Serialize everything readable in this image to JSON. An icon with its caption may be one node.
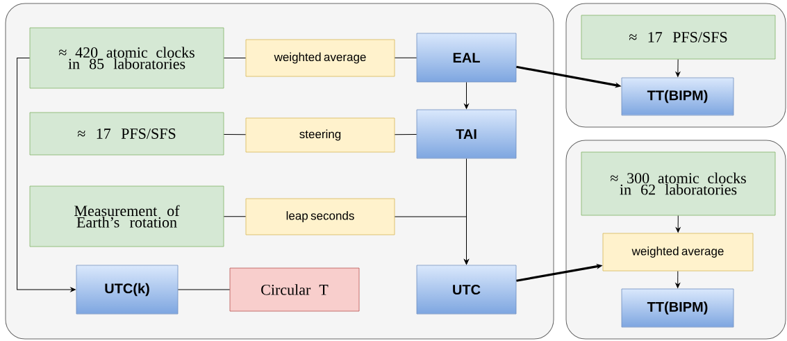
{
  "diagram": {
    "nodes": [
      {
        "text": [],
        "shape": "box"
      },
      {
        "text": [
          "≈ 420 atomic clocks in 85 laboratories"
        ],
        "in": 0
      },
      {
        "text": [
          "weighted average"
        ],
        "in": 0
      },
      {
        "text": [
          "EAL"
        ],
        "in": 0
      },
      {
        "text": [
          "≈ 17 PFS/SFS"
        ],
        "in": 0
      },
      {
        "text": [
          "steering"
        ],
        "in": 0
      },
      {
        "text": [
          "TAI"
        ],
        "in": 0
      },
      {
        "text": [
          "Measurement of Earth’s rotation"
        ],
        "in": 0
      },
      {
        "text": [
          "leap seconds"
        ],
        "in": 0
      },
      {
        "text": [
          "UTC(k)"
        ],
        "in": 0
      },
      {
        "text": [
          "Circular T"
        ],
        "in": 0
      },
      {
        "text": [
          "UTC"
        ],
        "in": 0
      },
      {
        "text": [],
        "shape": "box"
      },
      {
        "text": [
          "≈ 17 PFS/SFS"
        ],
        "in": 12
      },
      {
        "text": [
          "TT(BIPM)"
        ],
        "in": 12
      },
      {
        "text": [],
        "shape": "box"
      },
      {
        "text": [
          "≈ 300 atomic clocks in 62 laboratories"
        ],
        "in": 15
      },
      {
        "text": [
          "weighted average"
        ],
        "in": 15
      },
      {
        "text": [
          "TT(BIPM)"
        ],
        "in": 15
      }
    ],
    "edges": [
      {
        "from": 1,
        "to": 2,
        "arrow": "none"
      },
      {
        "from": 2,
        "to": 3,
        "arrow": "none"
      },
      {
        "from": 3,
        "to": 6,
        "arrow": "to"
      },
      {
        "from": 4,
        "to": 5,
        "arrow": "none"
      },
      {
        "from": 5,
        "to": 6,
        "arrow": "none"
      },
      {
        "from": 6,
        "to": 11,
        "arrow": "to"
      },
      {
        "from": 7,
        "to": 8,
        "arrow": "none"
      },
      {
        "from": 8,
        "to": 11,
        "arrow": "to"
      },
      {
        "from": 1,
        "to": 9,
        "arrow": "to"
      },
      {
        "from": 9,
        "to": 10,
        "arrow": "none"
      },
      {
        "from": 3,
        "to": 14,
        "arrow": "to",
        "style": "thick"
      },
      {
        "from": 13,
        "to": 14,
        "arrow": "to"
      },
      {
        "from": 11,
        "to": 17,
        "arrow": "to",
        "style": "thick"
      },
      {
        "from": 16,
        "to": 17,
        "arrow": "to"
      },
      {
        "from": 17,
        "to": 18,
        "arrow": "to"
      }
    ]
  }
}
